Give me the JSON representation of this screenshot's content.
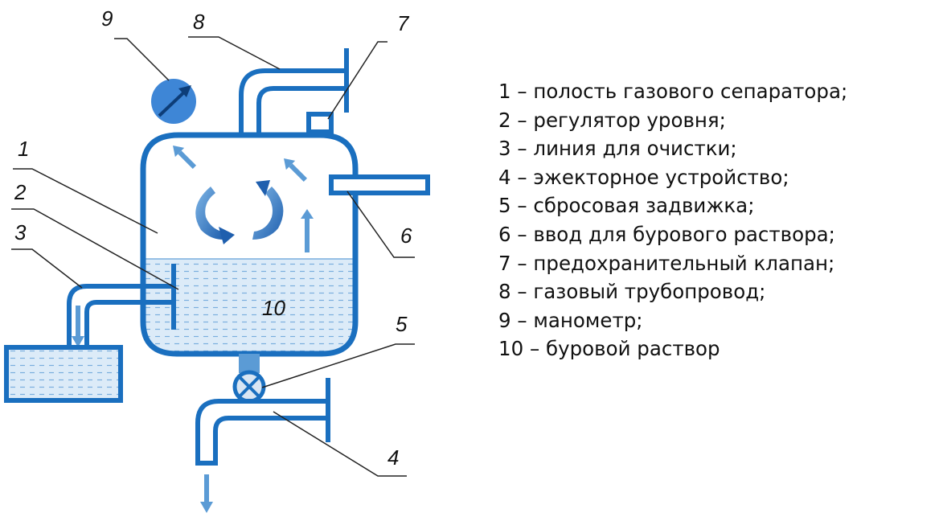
{
  "diagram": {
    "callouts": {
      "n1": "1",
      "n2": "2",
      "n3": "3",
      "n4": "4",
      "n5": "5",
      "n6": "6",
      "n7": "7",
      "n8": "8",
      "n9": "9",
      "n10": "10"
    }
  },
  "legend": {
    "items": [
      "1 – полость газового сепаратора;",
      "2 – регулятор уровня;",
      "3 – линия для очистки;",
      "4 – эжекторное устройство;",
      "5 – сбросовая задвижка;",
      "6 – ввод для бурового раствора;",
      "7 – предохранительный клапан;",
      "8 – газовый трубопровод;",
      "9 – манометр;",
      "10 – буровой раствор"
    ]
  },
  "colors": {
    "pipe": "#1a6fbf",
    "liquid": "#d9eaf8",
    "arrow": "#5b9bd5",
    "leader": "#222222"
  }
}
